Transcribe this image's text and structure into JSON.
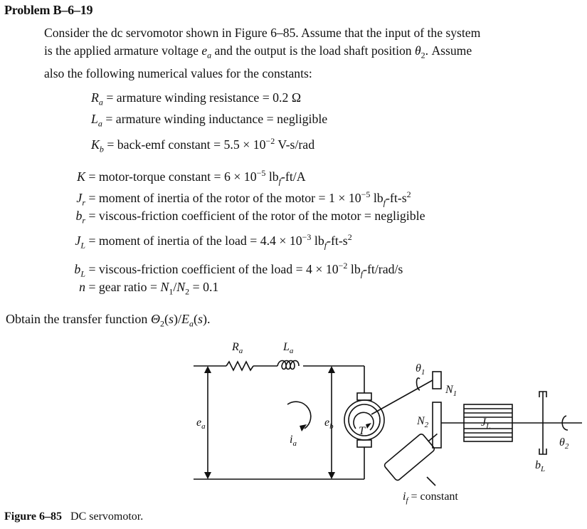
{
  "problem": {
    "title": "Problem B–6–19"
  },
  "intro_lines": [
    "Consider the dc servomotor shown in Figure 6–85. Assume that the input of the system",
    "is the applied armature voltage e_a and the output is the load shaft position θ₂. Assume",
    "also the following numerical values for the constants:"
  ],
  "constants": [
    {
      "sym": "R",
      "sub": "a",
      "text": "= armature winding resistance = 0.2 Ω"
    },
    {
      "sym": "L",
      "sub": "a",
      "text": "= armature winding inductance = negligible"
    },
    {
      "sym": "K",
      "sub": "b",
      "text": "= back-emf constant = 5.5 × 10⁻² V-s/rad"
    },
    {
      "sym": "K",
      "sub": "",
      "text": "= motor-torque constant = 6 × 10⁻⁵ lb_f-ft/A"
    },
    {
      "sym": "J",
      "sub": "r",
      "text": "= moment of inertia of the rotor of the motor = 1 × 10⁻⁵ lb_f-ft-s²"
    },
    {
      "sym": "b",
      "sub": "r",
      "text": "= viscous-friction coefficient of the rotor of the motor = negligible"
    },
    {
      "sym": "J",
      "sub": "L",
      "text": "= moment of inertia of the load = 4.4 × 10⁻³ lb_f-ft-s²"
    },
    {
      "sym": "b",
      "sub": "L",
      "text": "= viscous-friction coefficient of the load = 4 × 10⁻² lb_f-ft/rad/s"
    },
    {
      "sym": "n",
      "sub": "",
      "text": "= gear ratio = N₁/N₂ = 0.1"
    }
  ],
  "obtain_text": "Obtain the transfer function Θ₂(s)/E_a(s).",
  "figure": {
    "labels": {
      "Ra": "Ra",
      "La": "La",
      "ea": "ea",
      "ia": "ia",
      "eb": "eb",
      "T": "T",
      "theta1": "θ1",
      "N1": "N1",
      "N2": "N2",
      "JL": "JL",
      "bL": "bL",
      "theta2": "θ2",
      "if": "if = constant"
    },
    "caption_number": "Figure 6–85",
    "caption_text": "DC servomotor."
  }
}
